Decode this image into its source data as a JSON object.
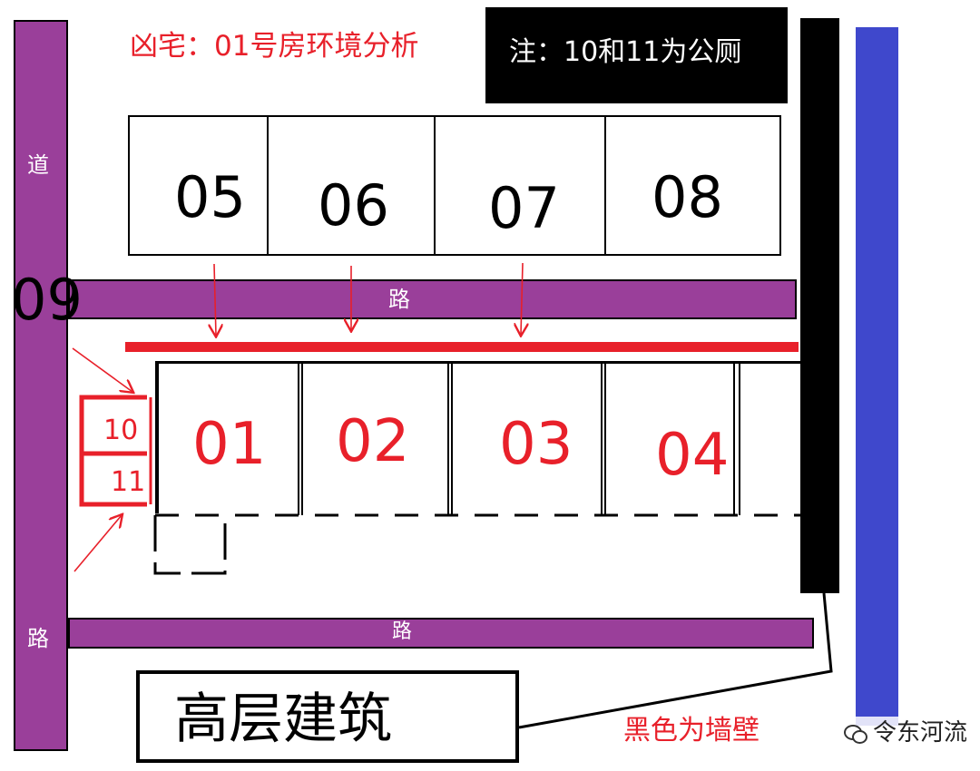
{
  "title": "凶宅：01号房环境分析",
  "note": "注：10和11为公厕",
  "road_labels": {
    "vertical_top": "道",
    "vertical_bottom": "路",
    "middle": "路",
    "lower": "路"
  },
  "room_09": "09",
  "top_rooms": [
    "05",
    "06",
    "07",
    "08"
  ],
  "bottom_rooms": [
    "01",
    "02",
    "03",
    "04"
  ],
  "toilets": [
    "10",
    "11"
  ],
  "tall_building": "高层建筑",
  "wall_note": "黑色为墙壁",
  "watermark": "令东河流",
  "colors": {
    "road": "#9a3f9a",
    "accent_red": "#e8202a",
    "wall": "#000000",
    "river": "#3f48cc"
  }
}
